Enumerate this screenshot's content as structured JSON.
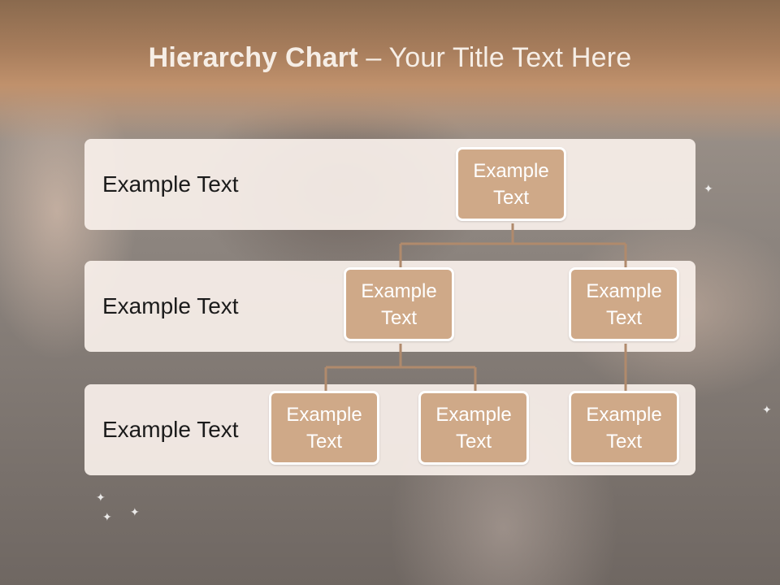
{
  "title": {
    "bold": "Hierarchy Chart",
    "rest": " – Your Title Text Here"
  },
  "levels": [
    {
      "label": "Example Text"
    },
    {
      "label": "Example Text"
    },
    {
      "label": "Example Text"
    }
  ],
  "nodes": {
    "root": "Example Text",
    "level2_left": "Example Text",
    "level2_right": "Example Text",
    "level3_a": "Example Text",
    "level3_b": "Example Text",
    "level3_c": "Example Text"
  },
  "colors": {
    "header": "#a77d5c",
    "node_fill": "#cfa988",
    "node_border": "#ffffff",
    "connector": "#b08a6c",
    "band": "#f8f0ea"
  }
}
